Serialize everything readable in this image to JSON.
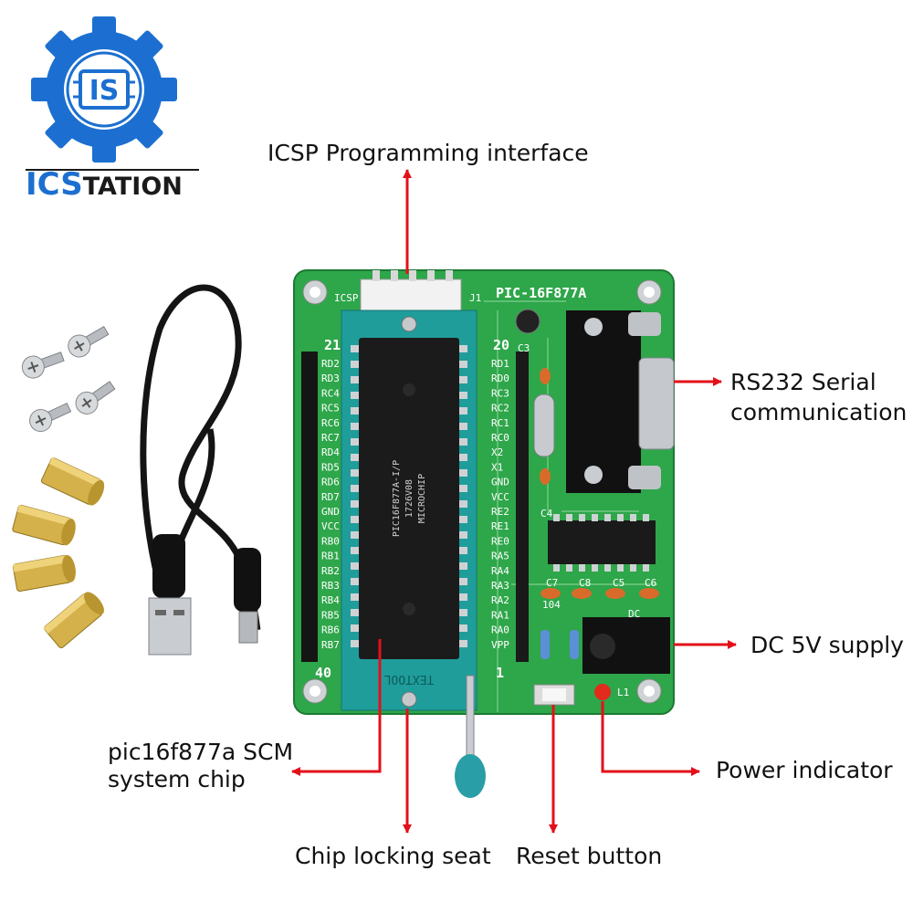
{
  "brand": {
    "logo_icon_text": "IS",
    "name_left": "ICS",
    "name_right": "TATION",
    "blue": "#1c6fd0"
  },
  "board": {
    "model": "PIC-16F877A",
    "chip_marking": [
      "PIC16F877A-I/P",
      "1726V08",
      "MICROCHIP"
    ],
    "socket_marking": "TEXTOOL",
    "header_j1": "J1",
    "icsp_tag": "ICSP",
    "dc_tag": "DC",
    "left_pin_labels": [
      "RD2",
      "RD3",
      "RC4",
      "RC5",
      "RC6",
      "RC7",
      "RD4",
      "RD5",
      "RD6",
      "RD7",
      "GND",
      "VCC",
      "RB0",
      "RB1",
      "RB2",
      "RB3",
      "RB4",
      "RB5",
      "RB6",
      "RB7"
    ],
    "right_pin_labels": [
      "RD1",
      "RD0",
      "RC3",
      "RC2",
      "RC1",
      "RC0",
      "X2",
      "X1",
      "GND",
      "VCC",
      "RE2",
      "RE1",
      "RE0",
      "RA5",
      "RA4",
      "RA3",
      "RA2",
      "RA1",
      "RA0",
      "VPP"
    ],
    "pin_numbers": {
      "top_left": "21",
      "top_right": "20",
      "bottom_left": "40",
      "bottom_right": "1"
    },
    "components": {
      "c3": "C3",
      "c4": "C4",
      "c5": "C5",
      "c6": "C6",
      "c7": "C7",
      "c8": "C8",
      "l1": "L1",
      "cap_code": "104"
    },
    "pcb_green": "#2ea64a"
  },
  "callouts": {
    "icsp": "ICSP Programming interface",
    "rs232_line1": "RS232 Serial",
    "rs232_line2": "communication",
    "dc": "DC 5V supply",
    "chip_line1": "pic16f877a SCM",
    "chip_line2": "system chip",
    "power": "Power indicator",
    "locking": "Chip locking seat",
    "reset": "Reset button",
    "arrow_color": "#e3101a"
  }
}
